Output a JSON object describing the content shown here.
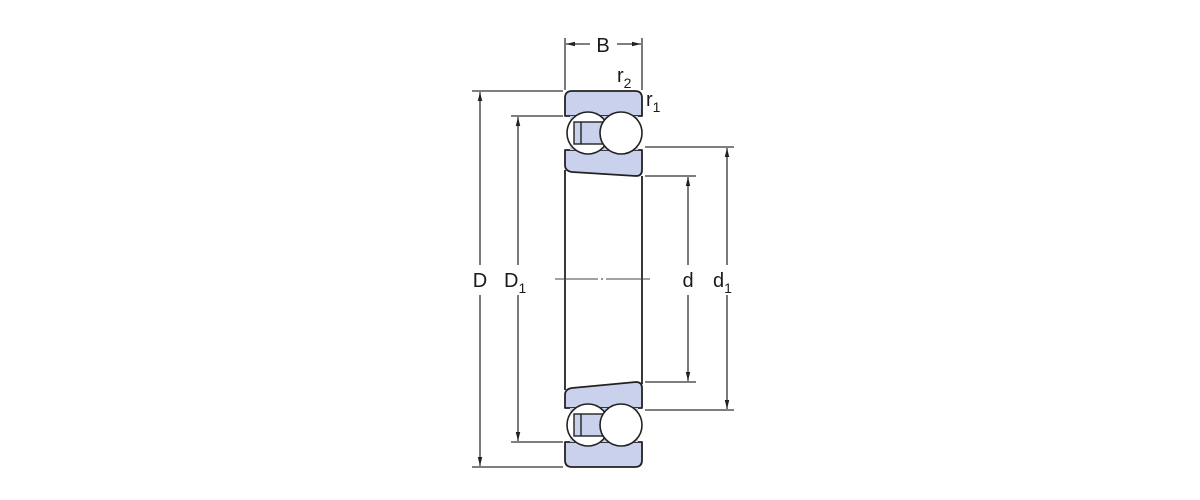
{
  "diagram": {
    "type": "self-aligning ball bearing cross-section",
    "colors": {
      "ring_fill": "#c9d1ec",
      "outline": "#222222",
      "background": "#ffffff"
    },
    "labels": {
      "width": "B",
      "outer_diameter": "D",
      "outer_ring_shoulder": "D",
      "outer_ring_shoulder_sub": "1",
      "bore": "d",
      "inner_ring_shoulder": "d",
      "inner_ring_shoulder_sub": "1",
      "chamfer_outer": "r",
      "chamfer_outer_sub": "2",
      "chamfer_inner": "r",
      "chamfer_inner_sub": "1"
    }
  }
}
